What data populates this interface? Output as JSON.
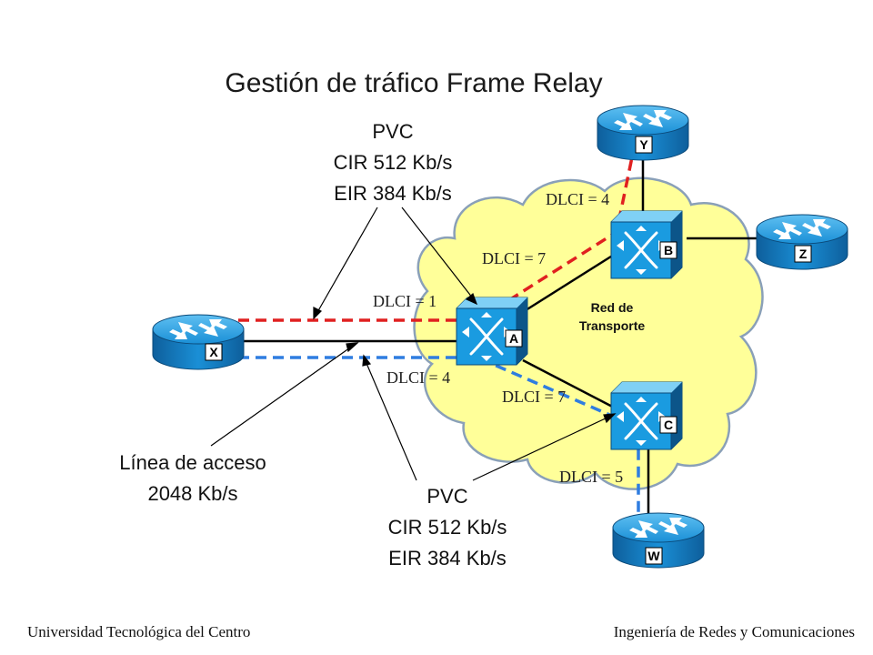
{
  "title": "Gestión de tráfico Frame Relay",
  "pvc_top": {
    "line1": "PVC",
    "line2": "CIR 512 Kb/s",
    "line3": "EIR 384 Kb/s"
  },
  "pvc_bottom": {
    "line1": "PVC",
    "line2": "CIR 512 Kb/s",
    "line3": "EIR 384 Kb/s"
  },
  "access_line": {
    "line1": "Línea de acceso",
    "line2": "2048 Kb/s"
  },
  "network": {
    "line1": "Red de",
    "line2": "Transporte"
  },
  "switches": {
    "a": "A",
    "b": "B",
    "c": "C"
  },
  "routers": {
    "x": "X",
    "y": "Y",
    "z": "Z",
    "w": "W"
  },
  "dlci": {
    "y_b": "DLCI = 4",
    "a_b": "DLCI = 7",
    "x_a_red": "DLCI = 1",
    "x_a_blue": "DLCI = 4",
    "a_c": "DLCI = 7",
    "c_w": "DLCI = 5"
  },
  "footer": {
    "left": "Universidad Tecnológica del Centro",
    "right": "Ingeniería de Redes y Comunicaciones"
  },
  "colors": {
    "pvc_red": "#e02020",
    "pvc_blue": "#2f7de0",
    "cloud": "#ffff99",
    "device": "#1a8fd6"
  }
}
